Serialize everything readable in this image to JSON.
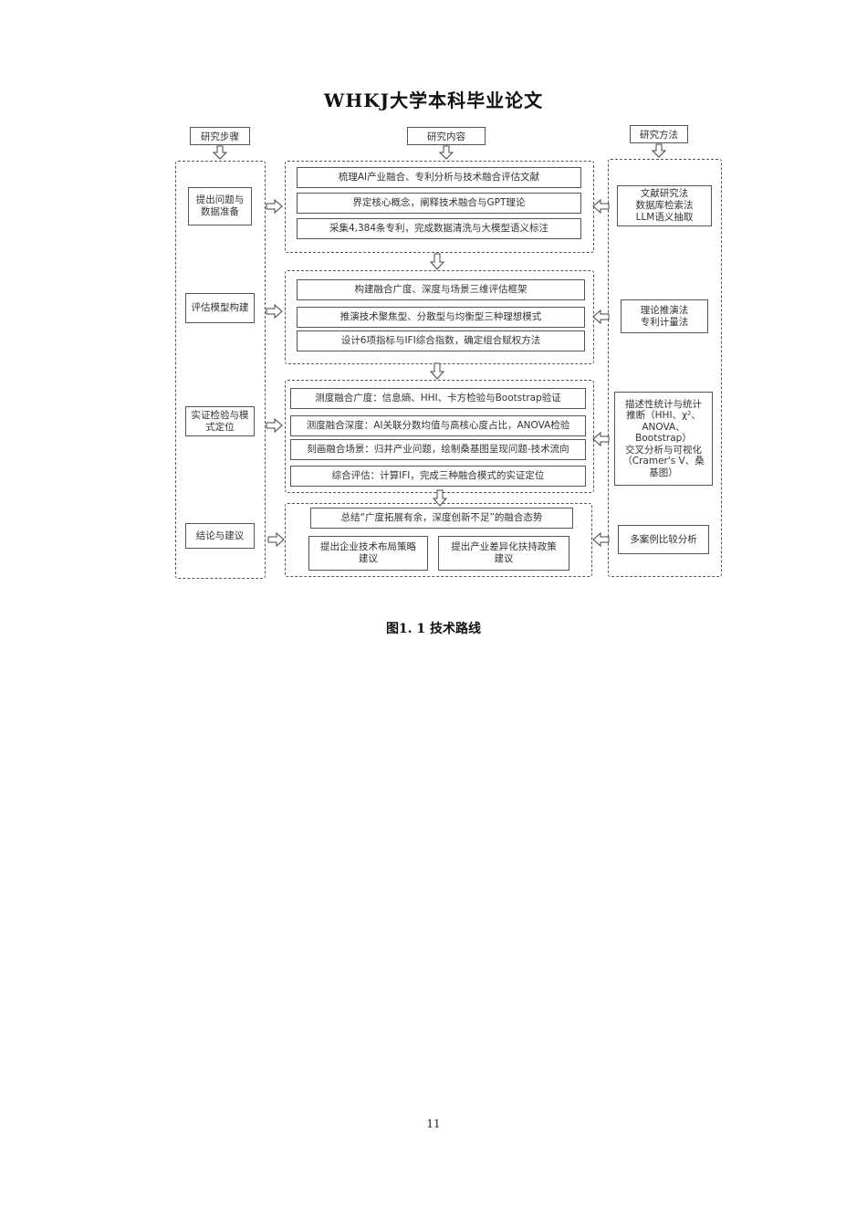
{
  "header": {
    "title": "WHKJ大学本科毕业论文"
  },
  "figure": {
    "column_headers": {
      "steps": "研究步骤",
      "content": "研究内容",
      "methods": "研究方法"
    },
    "stages": [
      {
        "step": "提出问题与\n数据准备",
        "contents": [
          "梳理AI产业融合、专利分析与技术融合评估文献",
          "界定核心概念，阐释技术融合与GPT理论",
          "采集4,384条专利，完成数据清洗与大模型语义标注"
        ],
        "method": "文献研究法\n数据库检索法\nLLM语义抽取"
      },
      {
        "step": "评估模型构建",
        "contents": [
          "构建融合广度、深度与场景三维评估框架",
          "推演技术聚焦型、分散型与均衡型三种理想模式",
          "设计6项指标与IFI综合指数，确定组合赋权方法"
        ],
        "method": "理论推演法\n专利计量法"
      },
      {
        "step": "实证检验与模\n式定位",
        "contents": [
          "测度融合广度：信息熵、HHI、卡方检验与Bootstrap验证",
          "测度融合深度：AI关联分数均值与高核心度占比，ANOVA检验",
          "刻画融合场景：归并产业问题，绘制桑基图呈现问题-技术流向",
          "综合评估：计算IFI，完成三种融合模式的实证定位"
        ],
        "method": "描述性统计与统计\n推断（HHI、χ²、\nANOVA、\nBootstrap）\n交叉分析与可视化\n（Cramer's V、桑\n基图）"
      },
      {
        "step": "结论与建议",
        "summary": "总结“广度拓展有余，深度创新不足”的融合态势",
        "suggestions": [
          "提出企业技术布局策略\n建议",
          "提出产业差异化扶持政策\n建议"
        ],
        "method": "多案例比较分析"
      }
    ],
    "caption": "图1. 1  技术路线"
  },
  "footer": {
    "page_number": "11"
  }
}
